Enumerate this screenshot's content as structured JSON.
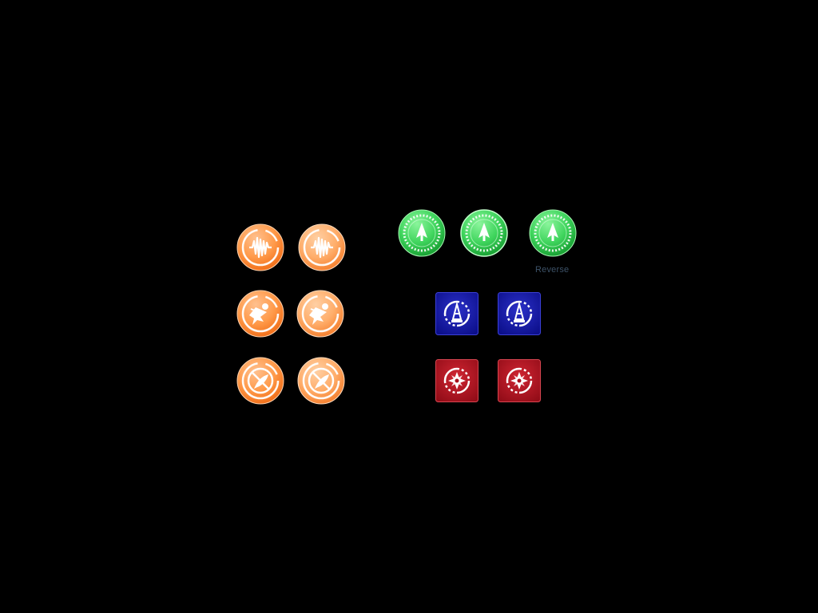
{
  "colors": {
    "background": "#000000",
    "orange_light": "#ffb27a",
    "orange_dark": "#f06a14",
    "green_light": "#5fe87a",
    "green_dark": "#149a2e",
    "blue": "#0c0f9a",
    "red": "#a8101c",
    "caption": "#3d5268"
  },
  "orange_grid": [
    {
      "row": 1,
      "icon": "waveform-icon"
    },
    {
      "row": 2,
      "icon": "swooping-bird-icon"
    },
    {
      "row": 3,
      "icon": "no-feather-icon"
    }
  ],
  "green_buttons": [
    {
      "icon": "arrow-up-icon",
      "state": "normal"
    },
    {
      "icon": "arrow-up-icon",
      "state": "hover"
    },
    {
      "icon": "arrow-up-icon",
      "state": "reverse"
    }
  ],
  "green_caption": "Reverse",
  "square_buttons": [
    {
      "icon": "tower-icon",
      "color": "blue"
    },
    {
      "icon": "shuriken-icon",
      "color": "red"
    }
  ]
}
